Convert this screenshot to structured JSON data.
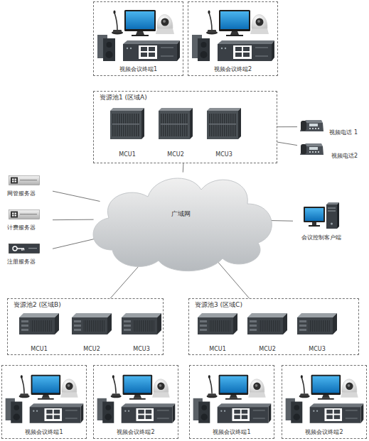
{
  "diagram": {
    "nodes": [
      {
        "text": [
          "视频会议终端1"
        ]
      },
      {
        "text": [
          "视频会议终端2"
        ]
      },
      {
        "text": [
          "资源池1 (区域A)"
        ]
      },
      {
        "text": [
          "MCU1"
        ],
        "in": 2
      },
      {
        "text": [
          "MCU2"
        ],
        "in": 2
      },
      {
        "text": [
          "MCU3"
        ],
        "in": 2
      },
      {
        "text": [
          "视频电话 1"
        ]
      },
      {
        "text": [
          "视频电话2"
        ]
      },
      {
        "text": [
          "网管服务器"
        ]
      },
      {
        "text": [
          "计费服务器"
        ]
      },
      {
        "text": [
          "注册服务器"
        ]
      },
      {
        "text": [
          "广域网"
        ]
      },
      {
        "text": [
          "会议控制客户端"
        ]
      },
      {
        "text": [
          "资源池2 (区域B)"
        ]
      },
      {
        "text": [
          "MCU1"
        ],
        "in": 13
      },
      {
        "text": [
          "MCU2"
        ],
        "in": 13
      },
      {
        "text": [
          "MCU3"
        ],
        "in": 13
      },
      {
        "text": [
          "资源池3 (区域C)"
        ]
      },
      {
        "text": [
          "MCU1"
        ],
        "in": 17
      },
      {
        "text": [
          "MCU2"
        ],
        "in": 17
      },
      {
        "text": [
          "MCU3"
        ],
        "in": 17
      },
      {
        "text": [
          "视频会议终端1"
        ]
      },
      {
        "text": [
          "视频会议终端2"
        ]
      },
      {
        "text": [
          "视频会议终端1"
        ]
      },
      {
        "text": [
          "视频会议终端2"
        ]
      }
    ],
    "edges": [
      {
        "from": 2,
        "to": 6,
        "arrow": "none"
      },
      {
        "from": 2,
        "to": 7,
        "arrow": "none"
      },
      {
        "from": 2,
        "to": 11,
        "arrow": "none"
      },
      {
        "from": 8,
        "to": 11,
        "arrow": "none"
      },
      {
        "from": 9,
        "to": 11,
        "arrow": "none"
      },
      {
        "from": 10,
        "to": 11,
        "arrow": "none"
      },
      {
        "from": 12,
        "to": 11,
        "arrow": "none"
      },
      {
        "from": 11,
        "to": 13,
        "arrow": "none"
      },
      {
        "from": 11,
        "to": 17,
        "arrow": "none"
      }
    ]
  }
}
